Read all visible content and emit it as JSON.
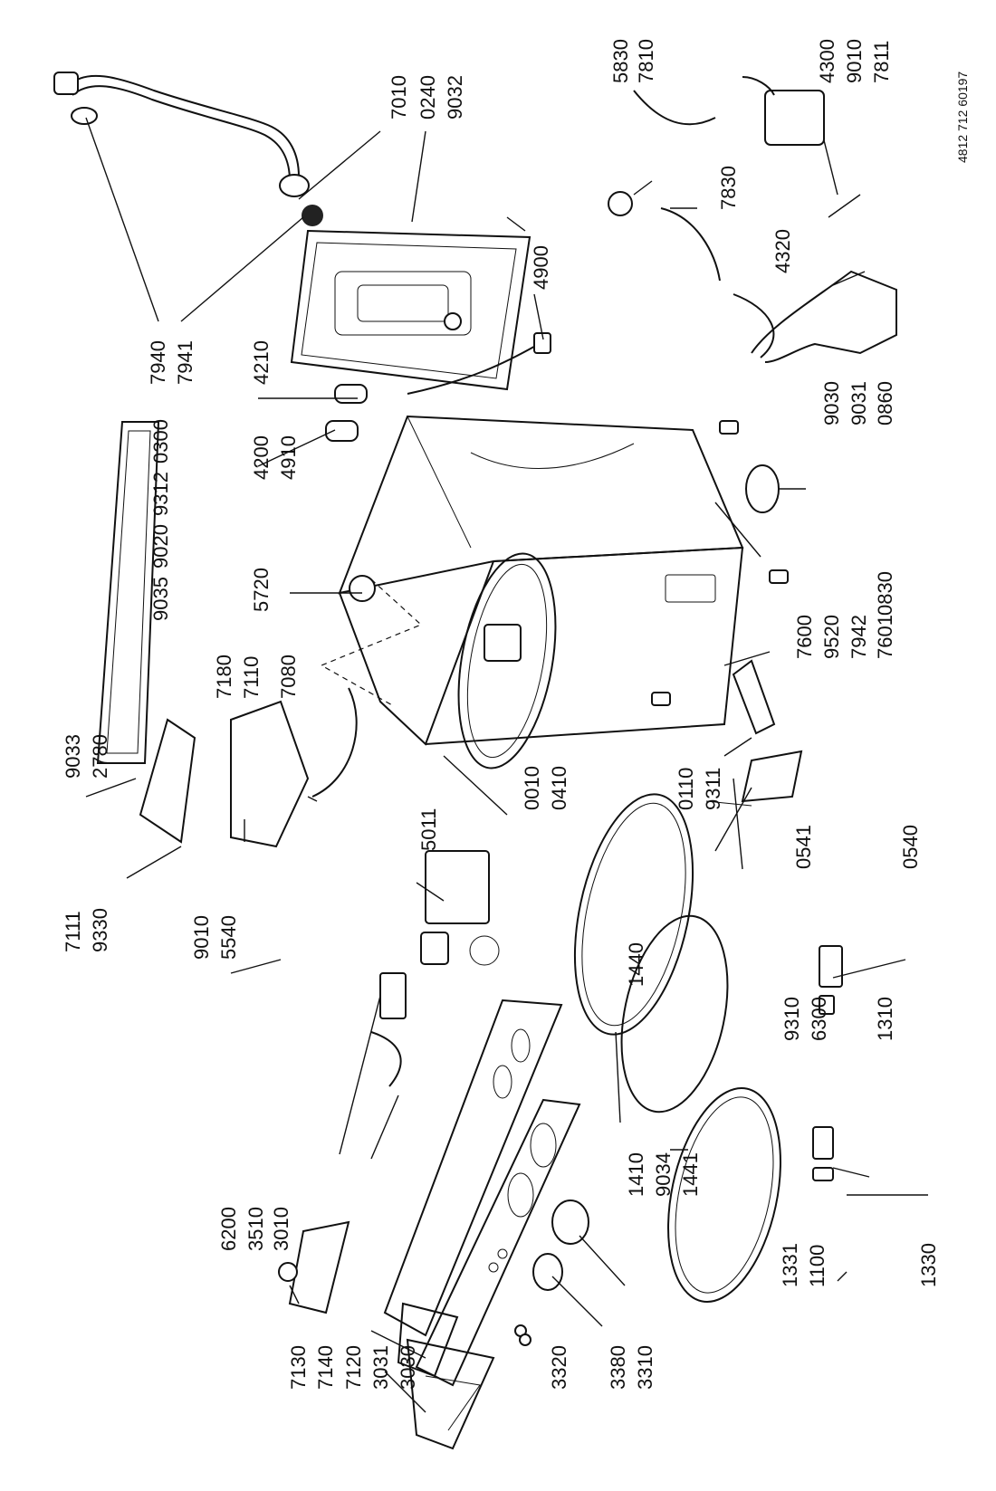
{
  "drawing_number": "4812 712 60197",
  "part_numbers": [
    "7010",
    "0240",
    "9032",
    "5830",
    "7810",
    "4300",
    "9010",
    "7811",
    "7940",
    "7941",
    "4210",
    "4900",
    "7830",
    "4320",
    "0300",
    "9312",
    "9020",
    "9035",
    "4200",
    "4910",
    "9030",
    "9031",
    "0860",
    "5720",
    "0830",
    "7600",
    "9520",
    "7942",
    "7601",
    "9033",
    "2780",
    "7180",
    "7110",
    "7080",
    "0010",
    "0410",
    "0110",
    "9311",
    "0540",
    "0541",
    "7111",
    "9330",
    "9010",
    "5540",
    "5011",
    "1440",
    "9310",
    "6300",
    "1310",
    "6200",
    "3510",
    "3010",
    "1410",
    "9034",
    "1441",
    "1331",
    "1100",
    "1330",
    "7130",
    "7140",
    "7120",
    "3031",
    "3030",
    "3320",
    "3380",
    "3310"
  ]
}
